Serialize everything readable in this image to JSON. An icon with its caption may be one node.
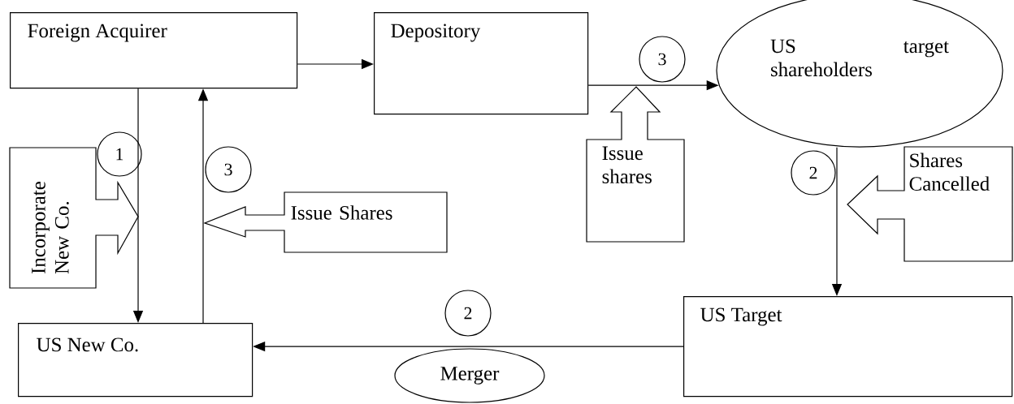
{
  "diagram": {
    "nodes": [
      {
        "text": [
          "Foreign Acquirer"
        ]
      },
      {
        "text": [
          "Depository"
        ]
      },
      {
        "text": [
          "US target shareholders"
        ]
      },
      {
        "text": [
          "1"
        ]
      },
      {
        "text": [
          "Incorporate New Co."
        ]
      },
      {
        "text": [
          "3"
        ]
      },
      {
        "text": [
          "Issue Shares"
        ]
      },
      {
        "text": [
          "3"
        ]
      },
      {
        "text": [
          "Issue shares"
        ]
      },
      {
        "text": [
          "2"
        ]
      },
      {
        "text": [
          "Shares Cancelled"
        ]
      },
      {
        "text": [
          "US New Co."
        ]
      },
      {
        "text": [
          "2"
        ]
      },
      {
        "text": [
          "Merger"
        ]
      },
      {
        "text": [
          "US Target"
        ]
      }
    ],
    "edges": [
      {
        "from": 0,
        "to": 11,
        "arrow": "to"
      },
      {
        "from": 11,
        "to": 0,
        "arrow": "to"
      },
      {
        "from": 0,
        "to": 1,
        "arrow": "to"
      },
      {
        "from": 1,
        "to": 2,
        "arrow": "to"
      },
      {
        "from": 2,
        "to": 14,
        "arrow": "to"
      },
      {
        "from": 14,
        "to": 11,
        "arrow": "to"
      }
    ]
  }
}
